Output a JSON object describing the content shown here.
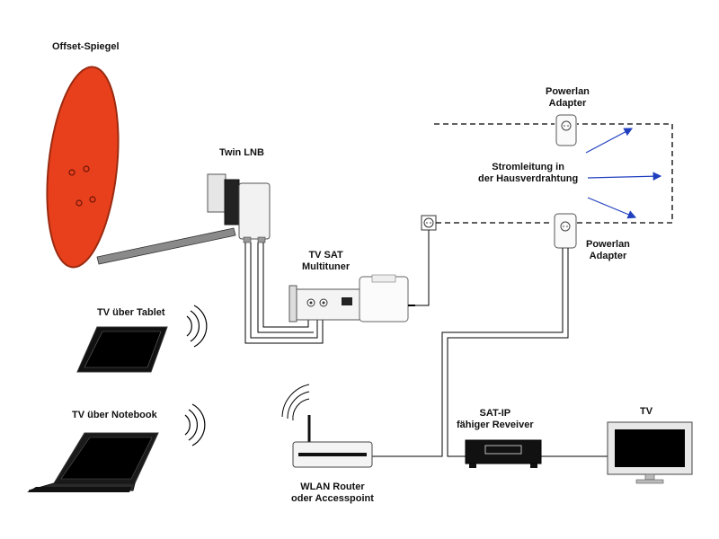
{
  "labels": {
    "offset_spiegel": "Offset-Spiegel",
    "twin_lnb": "Twin LNB",
    "multituner": [
      "TV SAT",
      "Multituner"
    ],
    "powerlan_top": [
      "Powerlan",
      "Adapter"
    ],
    "powerlan_bottom": [
      "Powerlan",
      "Adapter"
    ],
    "stromleitung": [
      "Stromleitung in",
      "der Hausverdrahtung"
    ],
    "tv_tablet": "TV über Tablet",
    "tv_notebook": "TV über Notebook",
    "wlan_router": [
      "WLAN Router",
      "oder Accesspoint"
    ],
    "satip": [
      "SAT-IP",
      "fähiger Reveiver"
    ],
    "tv": "TV"
  },
  "colors": {
    "dish": "#e8401c",
    "dish_dots": "#7a1a0a",
    "line": "#000000",
    "arrow": "#1f3fbf",
    "screen": "#000000"
  }
}
